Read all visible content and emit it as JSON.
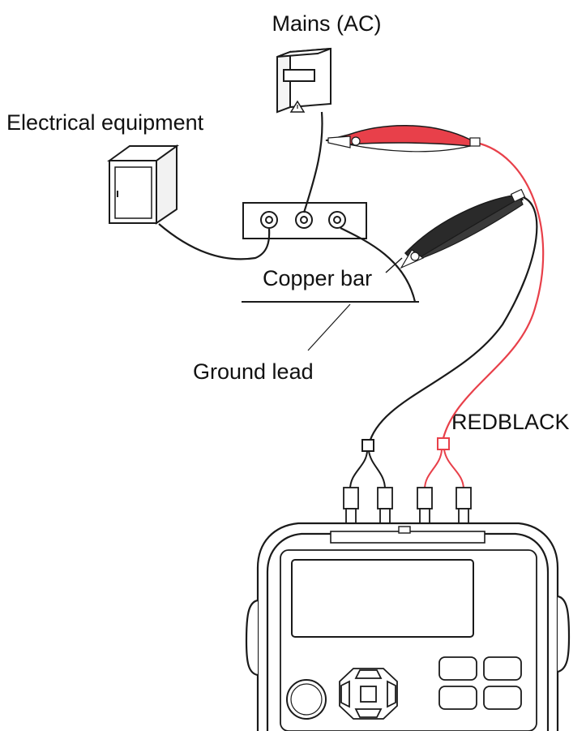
{
  "labels": {
    "mains": "Mains (AC)",
    "equipment": "Electrical equipment",
    "copper_bar": "Copper bar",
    "ground_lead": "Ground lead",
    "lead_colors": "REDBLACK"
  },
  "colors": {
    "line": "#1a1a1a",
    "red_lead": "#e8404a",
    "black_clip": "#2a2a2a",
    "background": "#ffffff"
  },
  "icons": {
    "mains_box": "warning-triangle-icon",
    "tester_center_key": "square-button-icon"
  }
}
